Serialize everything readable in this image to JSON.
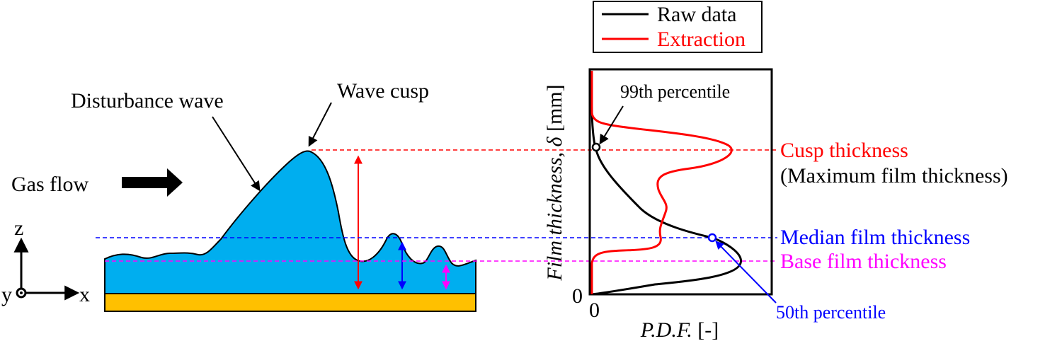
{
  "left_panel": {
    "gas_flow_label": "Gas flow",
    "disturbance_wave_label": "Disturbance wave",
    "wave_cusp_label": "Wave cusp",
    "axis_z": "z",
    "axis_x": "x",
    "axis_y": "y",
    "colors": {
      "liquid_film": "#00aeef",
      "wall": "#ffc000"
    }
  },
  "right_panel": {
    "legend": [
      {
        "label": "Raw data",
        "color": "#000000"
      },
      {
        "label": "Extraction",
        "color": "#ff0000"
      }
    ],
    "y_axis_label": "Film thickness, δ [mm]",
    "y_axis_label_parts": {
      "main": "Film thickness",
      "sep": ", ",
      "symbol": "δ",
      "unit": " [mm]"
    },
    "x_axis_label": "P.D.F. [-]",
    "x_axis_label_parts": {
      "main": "P.D.F.",
      "unit": " [-]"
    },
    "x_origin_tick": "0",
    "y_origin_tick": "0",
    "percentile_99_label": "99th percentile",
    "percentile_50_label": "50th percentile"
  },
  "thickness_levels": [
    {
      "key": "cusp",
      "label": "Cusp thickness",
      "sublabel": "(Maximum film thickness)",
      "color": "#ff0000"
    },
    {
      "key": "median",
      "label": "Median film thickness",
      "color": "#0000ff"
    },
    {
      "key": "base",
      "label": "Base film thickness",
      "color": "#ff00ff"
    }
  ]
}
